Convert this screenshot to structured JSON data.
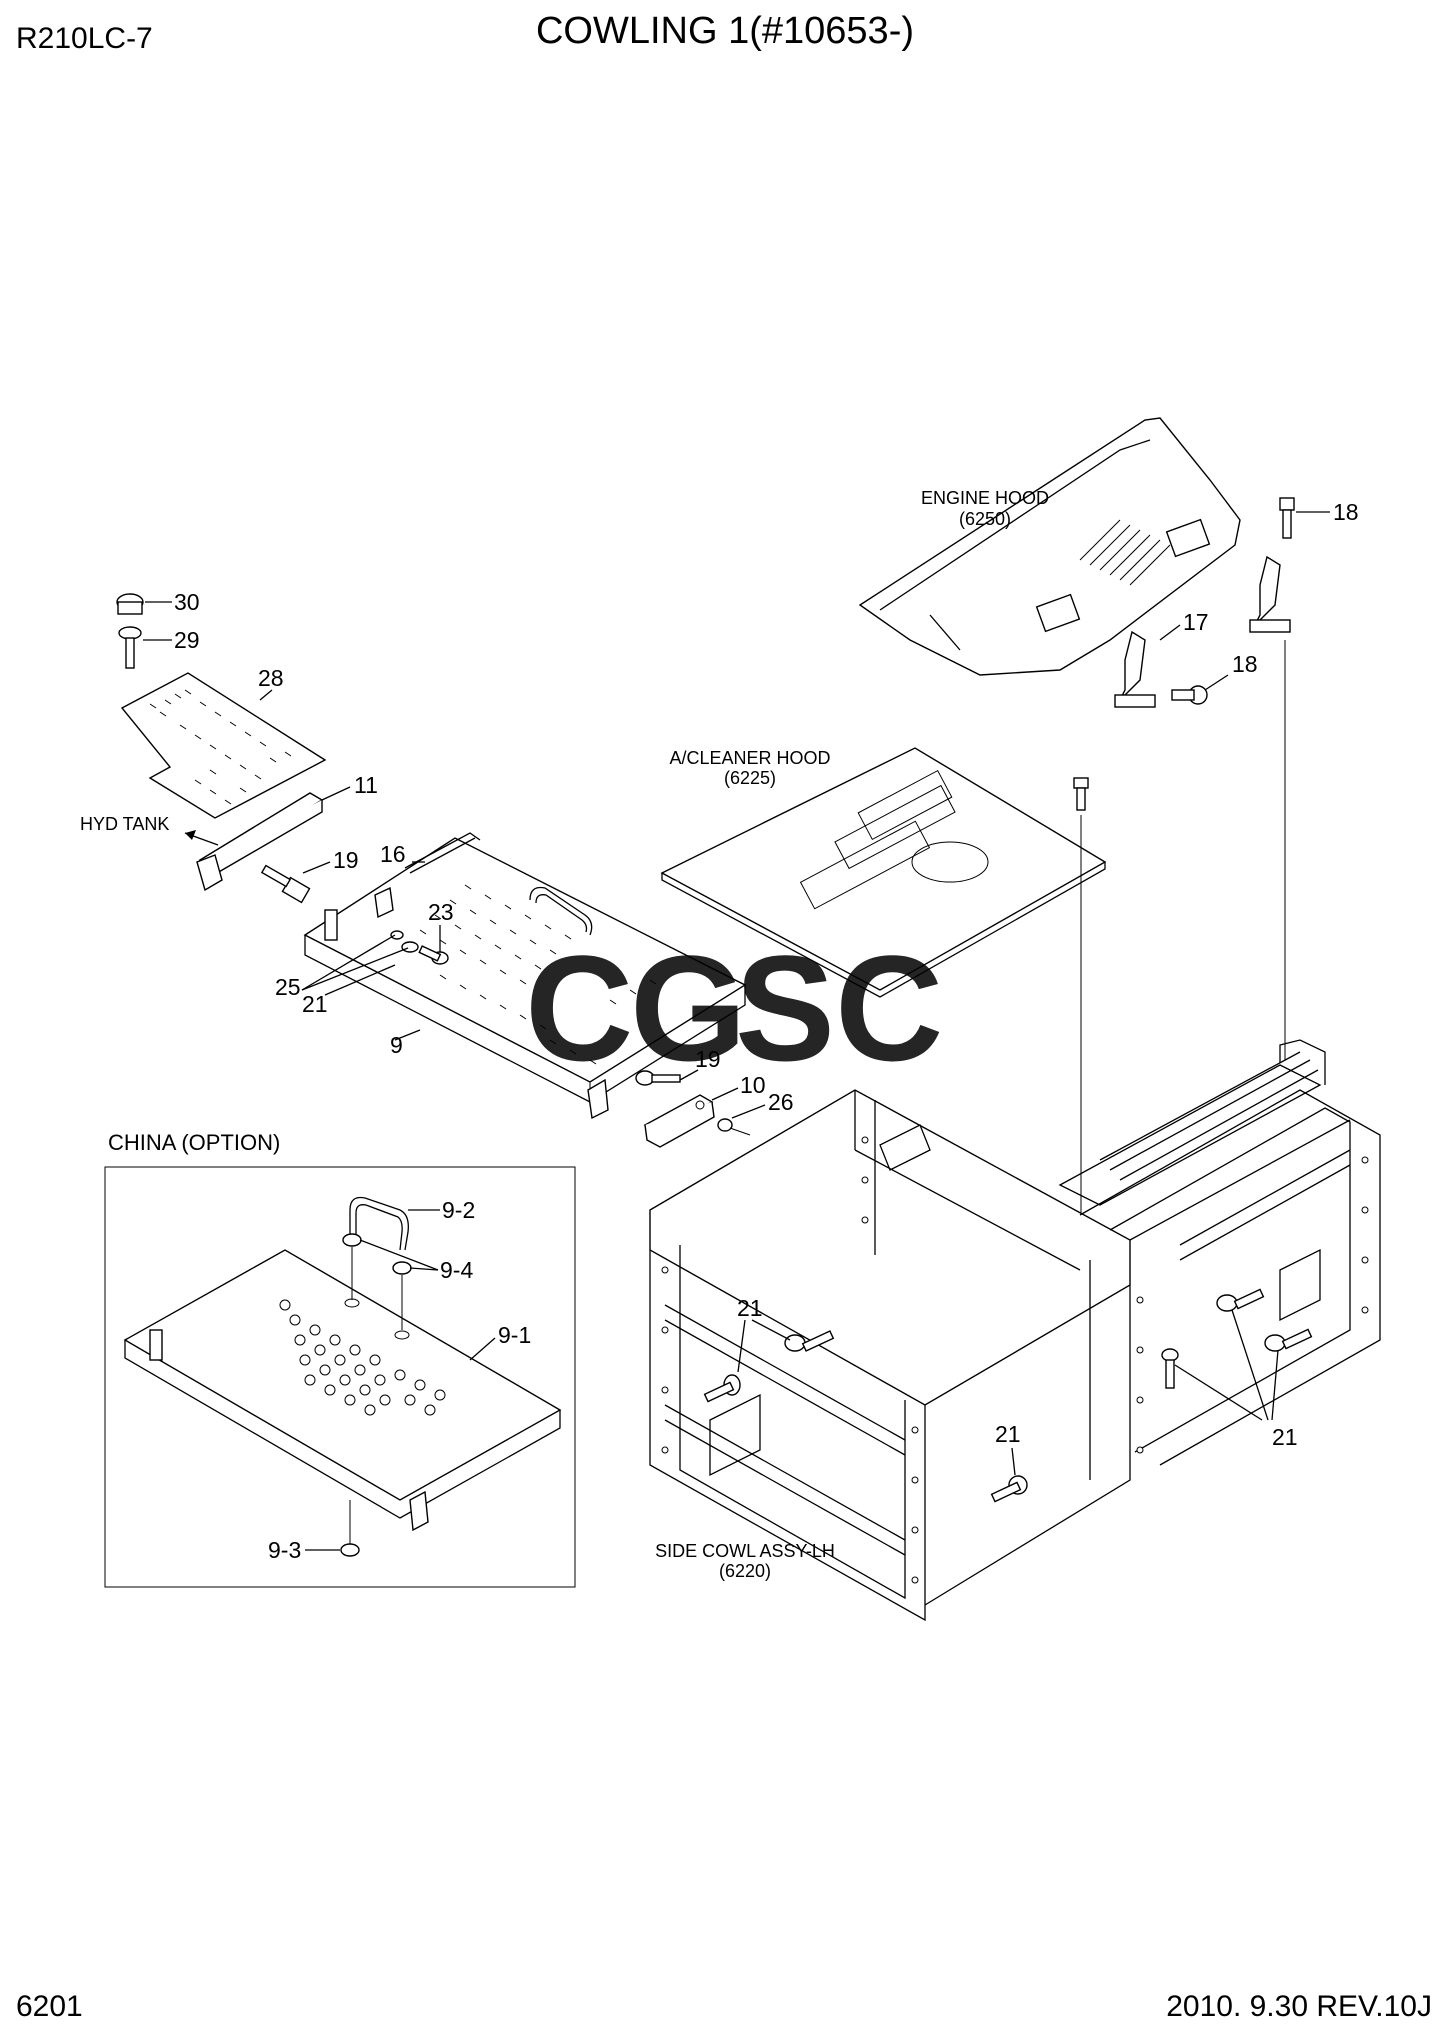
{
  "header": {
    "model": "R210LC-7",
    "title": "COWLING 1(#10653-)"
  },
  "footer": {
    "page_number": "6201",
    "revision": "2010. 9.30 REV.10J"
  },
  "labels": {
    "engine_hood": "ENGINE HOOD",
    "engine_hood_ref": "(6250)",
    "acleaner_hood": "A/CLEANER HOOD",
    "acleaner_hood_ref": "(6225)",
    "hyd_tank": "HYD TANK",
    "side_cowl": "SIDE COWL ASSY-LH",
    "side_cowl_ref": "(6220)",
    "china_option": "CHINA (OPTION)"
  },
  "callouts": {
    "p30": "30",
    "p29": "29",
    "p28": "28",
    "p11": "11",
    "p19a": "19",
    "p16": "16",
    "p23": "23",
    "p25": "25",
    "p21a": "21",
    "p9": "9",
    "p19b": "19",
    "p10": "10",
    "p26": "26",
    "p18a": "18",
    "p17": "17",
    "p18b": "18",
    "p21b": "21",
    "p21c": "21",
    "p21d": "21",
    "p9_2": "9-2",
    "p9_4": "9-4",
    "p9_1": "9-1",
    "p9_3": "9-3"
  },
  "watermark": {
    "letters": [
      "C",
      "G",
      "S",
      "C"
    ],
    "colors": [
      "#4a86e8",
      "#e06666",
      "#f1c232",
      "#3dae7b"
    ]
  }
}
